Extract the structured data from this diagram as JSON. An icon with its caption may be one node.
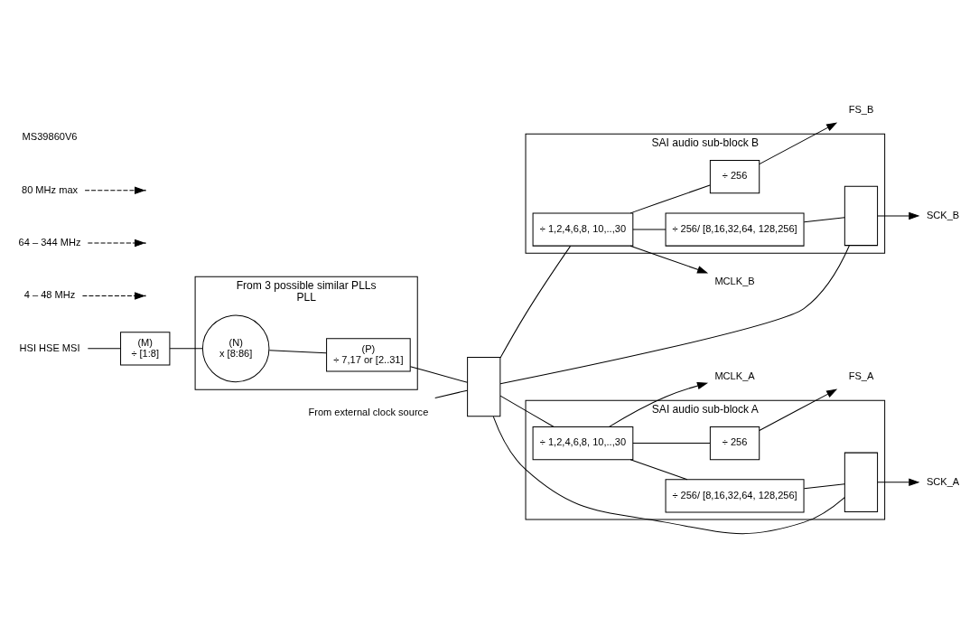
{
  "diagram": {
    "nodes": [
      {
        "text": [
          "HSI HSE MSI"
        ]
      },
      {
        "text": [
          "(M)",
          "÷ [1:8]"
        ]
      },
      {
        "text": [
          "PLL"
        ],
        "beside": [
          "From 3 possible similar PLLs"
        ]
      },
      {
        "text": [
          "(N)",
          "x [8:86]"
        ],
        "in": 2
      },
      {
        "text": [
          "(P)",
          "÷ 7,17 or [2..31]"
        ],
        "in": 2
      },
      {
        "text": [],
        "shape": "trapezoid"
      },
      {
        "text": [
          "From external clock source"
        ]
      },
      {
        "text": [
          "SAI audio sub-block B"
        ]
      },
      {
        "text": [
          "÷ 1,2,4,6,8, 10,..,30"
        ],
        "in": 7
      },
      {
        "text": [
          "÷ 256"
        ],
        "in": 7
      },
      {
        "text": [
          "÷ 256/ [8,16,32,64, 128,256]"
        ],
        "in": 7
      },
      {
        "text": [],
        "shape": "trapezoid",
        "in": 7
      },
      {
        "text": [
          "FS_B"
        ]
      },
      {
        "text": [
          "MCLK_B"
        ]
      },
      {
        "text": [
          "SCK_B"
        ]
      },
      {
        "text": [
          "SAI audio sub-block A"
        ]
      },
      {
        "text": [
          "÷ 1,2,4,6,8, 10,..,30"
        ],
        "in": 15
      },
      {
        "text": [
          "÷ 256"
        ],
        "in": 15
      },
      {
        "text": [
          "÷ 256/ [8,16,32,64, 128,256]"
        ],
        "in": 15
      },
      {
        "text": [],
        "shape": "trapezoid",
        "in": 15
      },
      {
        "text": [
          "FS_A"
        ]
      },
      {
        "text": [
          "MCLK_A"
        ]
      },
      {
        "text": [
          "SCK_A"
        ]
      },
      {
        "text": [
          "4 – 48 MHz"
        ]
      },
      {
        "text": [
          "64 – 344 MHz"
        ]
      },
      {
        "text": [
          "80 MHz max"
        ]
      }
    ],
    "edges": [
      {
        "from": 0,
        "to": 1,
        "arrow": "none"
      },
      {
        "from": 1,
        "to": 3,
        "arrow": "none"
      },
      {
        "from": 3,
        "to": 4,
        "arrow": "none"
      },
      {
        "from": 4,
        "to": 5,
        "arrow": "none"
      },
      {
        "from": 6,
        "to": 5,
        "arrow": "none"
      },
      {
        "from": 5,
        "to": 8,
        "arrow": "none"
      },
      {
        "from": 5,
        "to": 11,
        "arrow": "none"
      },
      {
        "from": 8,
        "to": 9,
        "arrow": "none"
      },
      {
        "from": 8,
        "to": 10,
        "arrow": "none"
      },
      {
        "from": 8,
        "to": 13,
        "arrow": "to"
      },
      {
        "from": 9,
        "to": 12,
        "arrow": "to"
      },
      {
        "from": 10,
        "to": 11,
        "arrow": "none"
      },
      {
        "from": 11,
        "to": 14,
        "arrow": "to"
      },
      {
        "from": 5,
        "to": 16,
        "arrow": "none"
      },
      {
        "from": 5,
        "to": 19,
        "arrow": "none"
      },
      {
        "from": 16,
        "to": 17,
        "arrow": "none"
      },
      {
        "from": 16,
        "to": 18,
        "arrow": "none"
      },
      {
        "from": 16,
        "to": 21,
        "arrow": "to"
      },
      {
        "from": 17,
        "to": 20,
        "arrow": "to"
      },
      {
        "from": 18,
        "to": 19,
        "arrow": "none"
      },
      {
        "from": 19,
        "to": 22,
        "arrow": "to"
      },
      {
        "from": 23,
        "to": null,
        "arrow": "to",
        "style": "dashed"
      },
      {
        "from": 24,
        "to": null,
        "arrow": "to",
        "style": "dashed"
      },
      {
        "from": 25,
        "to": null,
        "arrow": "to",
        "style": "dashed"
      }
    ],
    "labels": [
      "MS39860V6"
    ]
  }
}
